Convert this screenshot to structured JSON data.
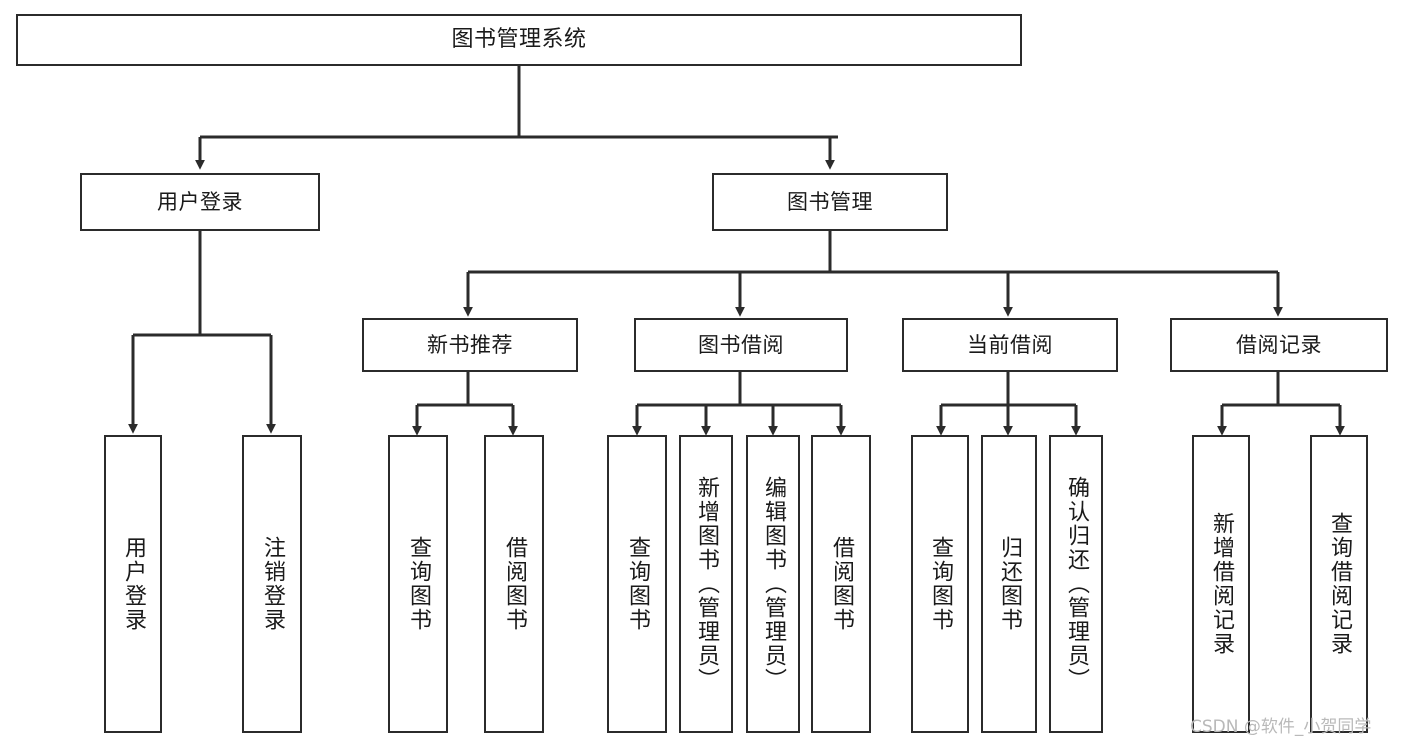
{
  "diagram": {
    "title": "图书管理系统",
    "watermark": "CSDN @软件_小贺同学",
    "style": {
      "border_color": "#2b2b2b",
      "fill_color": "#ffffff",
      "text_color": "#1a1a1a",
      "background": "#ffffff",
      "watermark_color": "#b9b9b9"
    },
    "nodes": {
      "root": {
        "label": "图书管理系统"
      },
      "level2": [
        {
          "label": "用户登录"
        },
        {
          "label": "图书管理"
        }
      ],
      "level3": [
        {
          "label": "新书推荐"
        },
        {
          "label": "图书借阅"
        },
        {
          "label": "当前借阅"
        },
        {
          "label": "借阅记录"
        }
      ],
      "leaves": {
        "user_login": [
          {
            "label": "用户登录"
          },
          {
            "label": "注销登录"
          }
        ],
        "new_book_recommend": [
          {
            "label": "查询图书"
          },
          {
            "label": "借阅图书"
          }
        ],
        "book_borrow": [
          {
            "label": "查询图书"
          },
          {
            "label": "新增图书（管理员）"
          },
          {
            "label": "编辑图书（管理员）"
          },
          {
            "label": "借阅图书"
          }
        ],
        "current_borrow": [
          {
            "label": "查询图书"
          },
          {
            "label": "归还图书"
          },
          {
            "label": "确认归还（管理员）"
          }
        ],
        "borrow_record": [
          {
            "label": "新增借阅记录"
          },
          {
            "label": "查询借阅记录"
          }
        ]
      }
    }
  }
}
